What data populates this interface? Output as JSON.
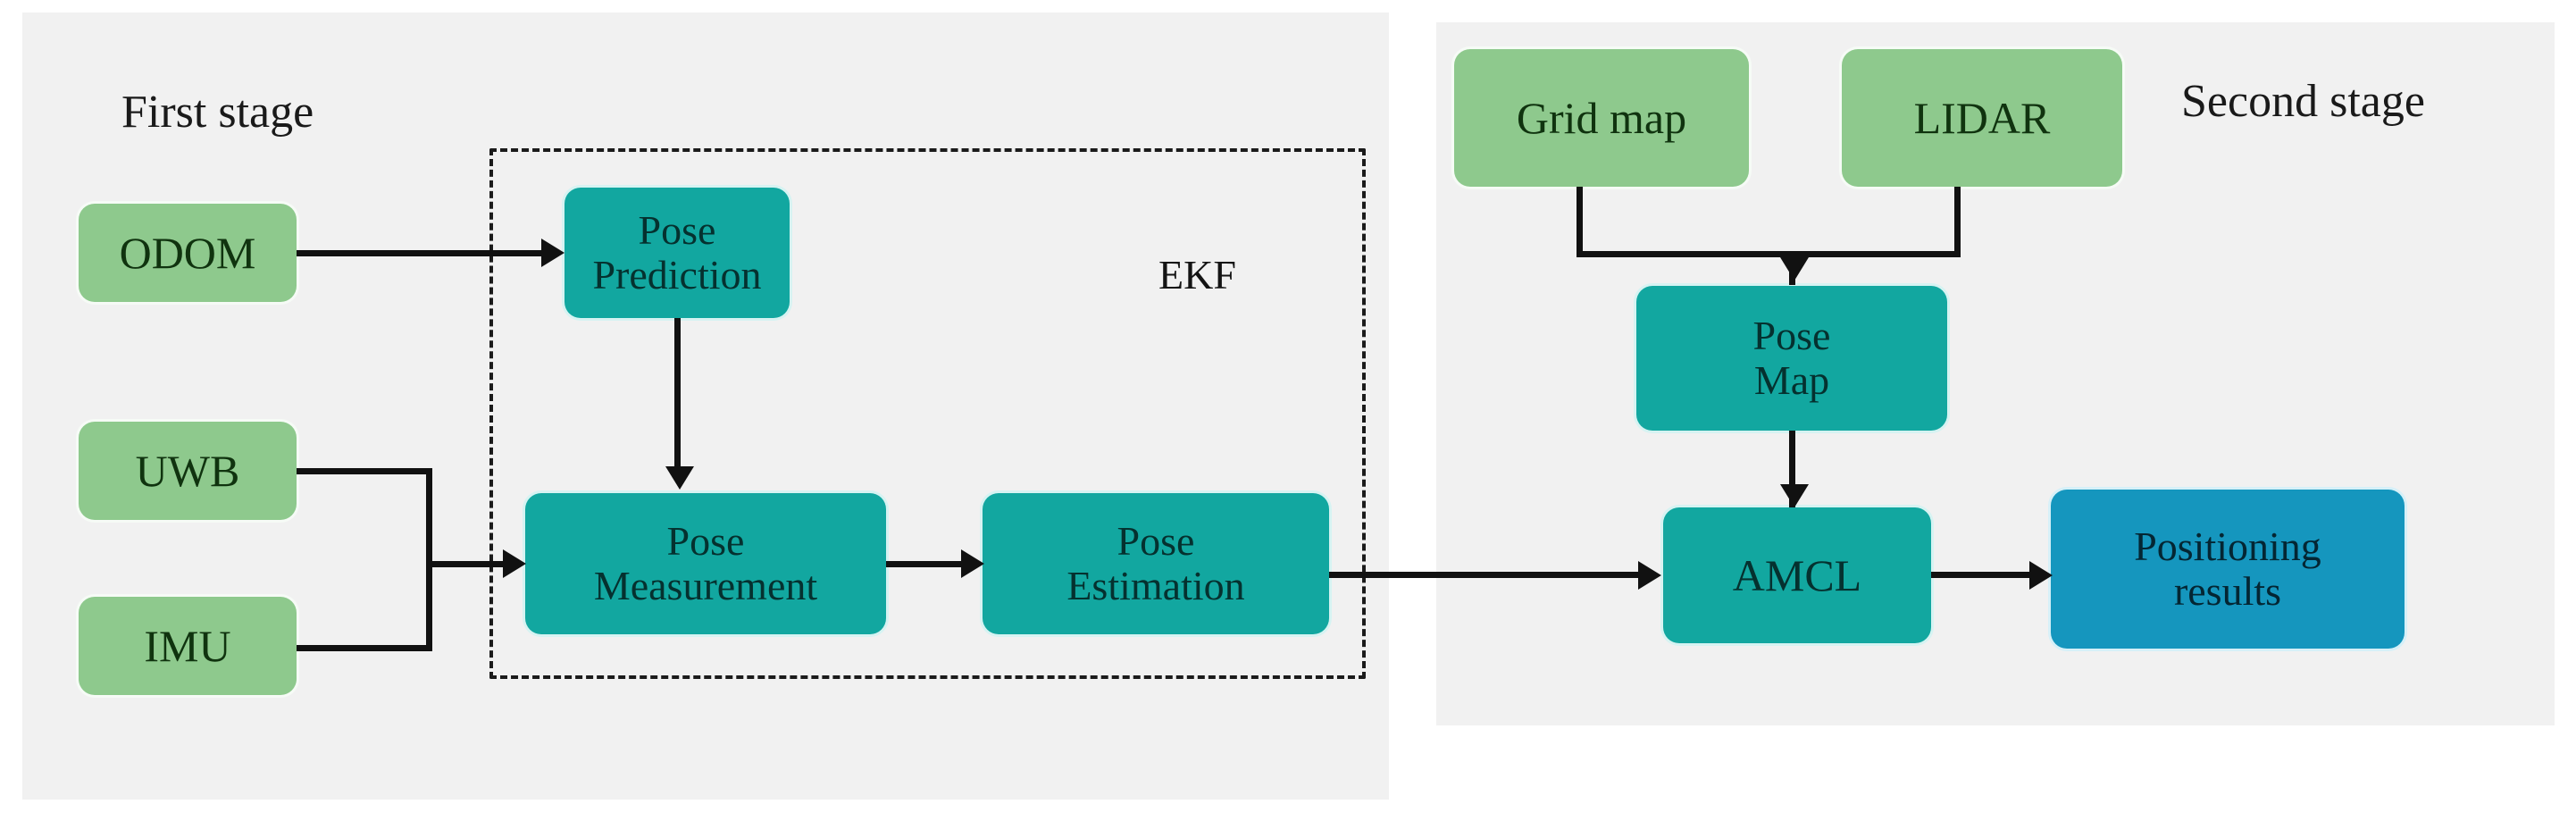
{
  "figure": {
    "type": "flowchart",
    "description": "Two-stage robot localization pipeline: EKF sensor fusion followed by AMCL map matching"
  },
  "colors": {
    "panel_background": "#f1f1f1",
    "page_background": "#ffffff",
    "source_node": "#8ec98d",
    "process_node": "#12a7a0",
    "result_node": "#1596be",
    "connector": "#111111",
    "dashed_border": "#1b1b1b"
  },
  "stages": {
    "first": {
      "label": "First stage"
    },
    "second": {
      "label": "Second stage"
    }
  },
  "group": {
    "ekf_label": "EKF"
  },
  "nodes": {
    "odom": {
      "label": "ODOM",
      "kind": "source"
    },
    "uwb": {
      "label": "UWB",
      "kind": "source"
    },
    "imu": {
      "label": "IMU",
      "kind": "source"
    },
    "pose_prediction": {
      "line1": "Pose",
      "line2": "Prediction",
      "kind": "process"
    },
    "pose_measurement": {
      "line1": "Pose",
      "line2": "Measurement",
      "kind": "process"
    },
    "pose_estimation": {
      "line1": "Pose",
      "line2": "Estimation",
      "kind": "process"
    },
    "grid_map": {
      "label": "Grid map",
      "kind": "source"
    },
    "lidar": {
      "label": "LIDAR",
      "kind": "source"
    },
    "pose_map": {
      "line1": "Pose",
      "line2": "Map",
      "kind": "process"
    },
    "amcl": {
      "label": "AMCL",
      "kind": "process"
    },
    "positioning_results": {
      "line1": "Positioning",
      "line2": "results",
      "kind": "result"
    }
  },
  "edges": [
    {
      "from": "odom",
      "to": "pose_prediction",
      "style": "straight-right"
    },
    {
      "from": "uwb",
      "to": "pose_measurement",
      "style": "elbow-merge-right"
    },
    {
      "from": "imu",
      "to": "pose_measurement",
      "style": "elbow-merge-right"
    },
    {
      "from": "pose_prediction",
      "to": "pose_measurement",
      "style": "straight-down"
    },
    {
      "from": "pose_measurement",
      "to": "pose_estimation",
      "style": "straight-right"
    },
    {
      "from": "pose_estimation",
      "to": "amcl",
      "style": "straight-right"
    },
    {
      "from": "grid_map",
      "to": "pose_map",
      "style": "elbow-merge-down"
    },
    {
      "from": "lidar",
      "to": "pose_map",
      "style": "elbow-merge-down"
    },
    {
      "from": "pose_map",
      "to": "amcl",
      "style": "straight-down"
    },
    {
      "from": "amcl",
      "to": "positioning_results",
      "style": "straight-right"
    }
  ]
}
